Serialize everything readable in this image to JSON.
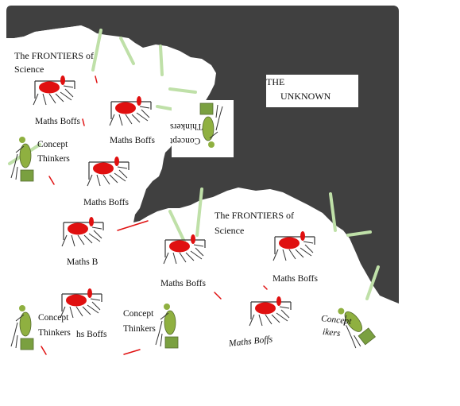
{
  "unknown": {
    "line1": "THE",
    "line2": "UNKNOWN"
  },
  "frontier_top": {
    "line1": "The FRONTIERS of",
    "line2": "Science"
  },
  "frontier_mid": {
    "line1": "The FRONTIERS of",
    "line2": "Science"
  },
  "boffs": {
    "b1": "Maths Boffs",
    "b2": "Maths Boffs",
    "b3": "Maths Boffs",
    "b4": "Maths B",
    "b5": "Maths Boffs",
    "b6": "Maths Boffs",
    "b7": "hs Boffs",
    "b8": "Maths Boffs"
  },
  "concepts": {
    "c1": {
      "line1": "Concept",
      "line2": "Thinkers"
    },
    "c2": {
      "line1": "Concept",
      "line2": "Thinkers"
    },
    "c3": {
      "line1": "Concept",
      "line2": "Thinkers"
    },
    "c_mirror": {
      "line1": "Thinkers",
      "line2": "Concept"
    },
    "c_italic": {
      "line1": "Concept",
      "line2": "ikers"
    }
  },
  "colors": {
    "unknown_region": "#404040",
    "table_red": "#e01010",
    "thinker_green": "#8fb040",
    "chair_green": "#7aa040",
    "ray_green": "#bfe0a8",
    "splash_red": "#e01010"
  }
}
